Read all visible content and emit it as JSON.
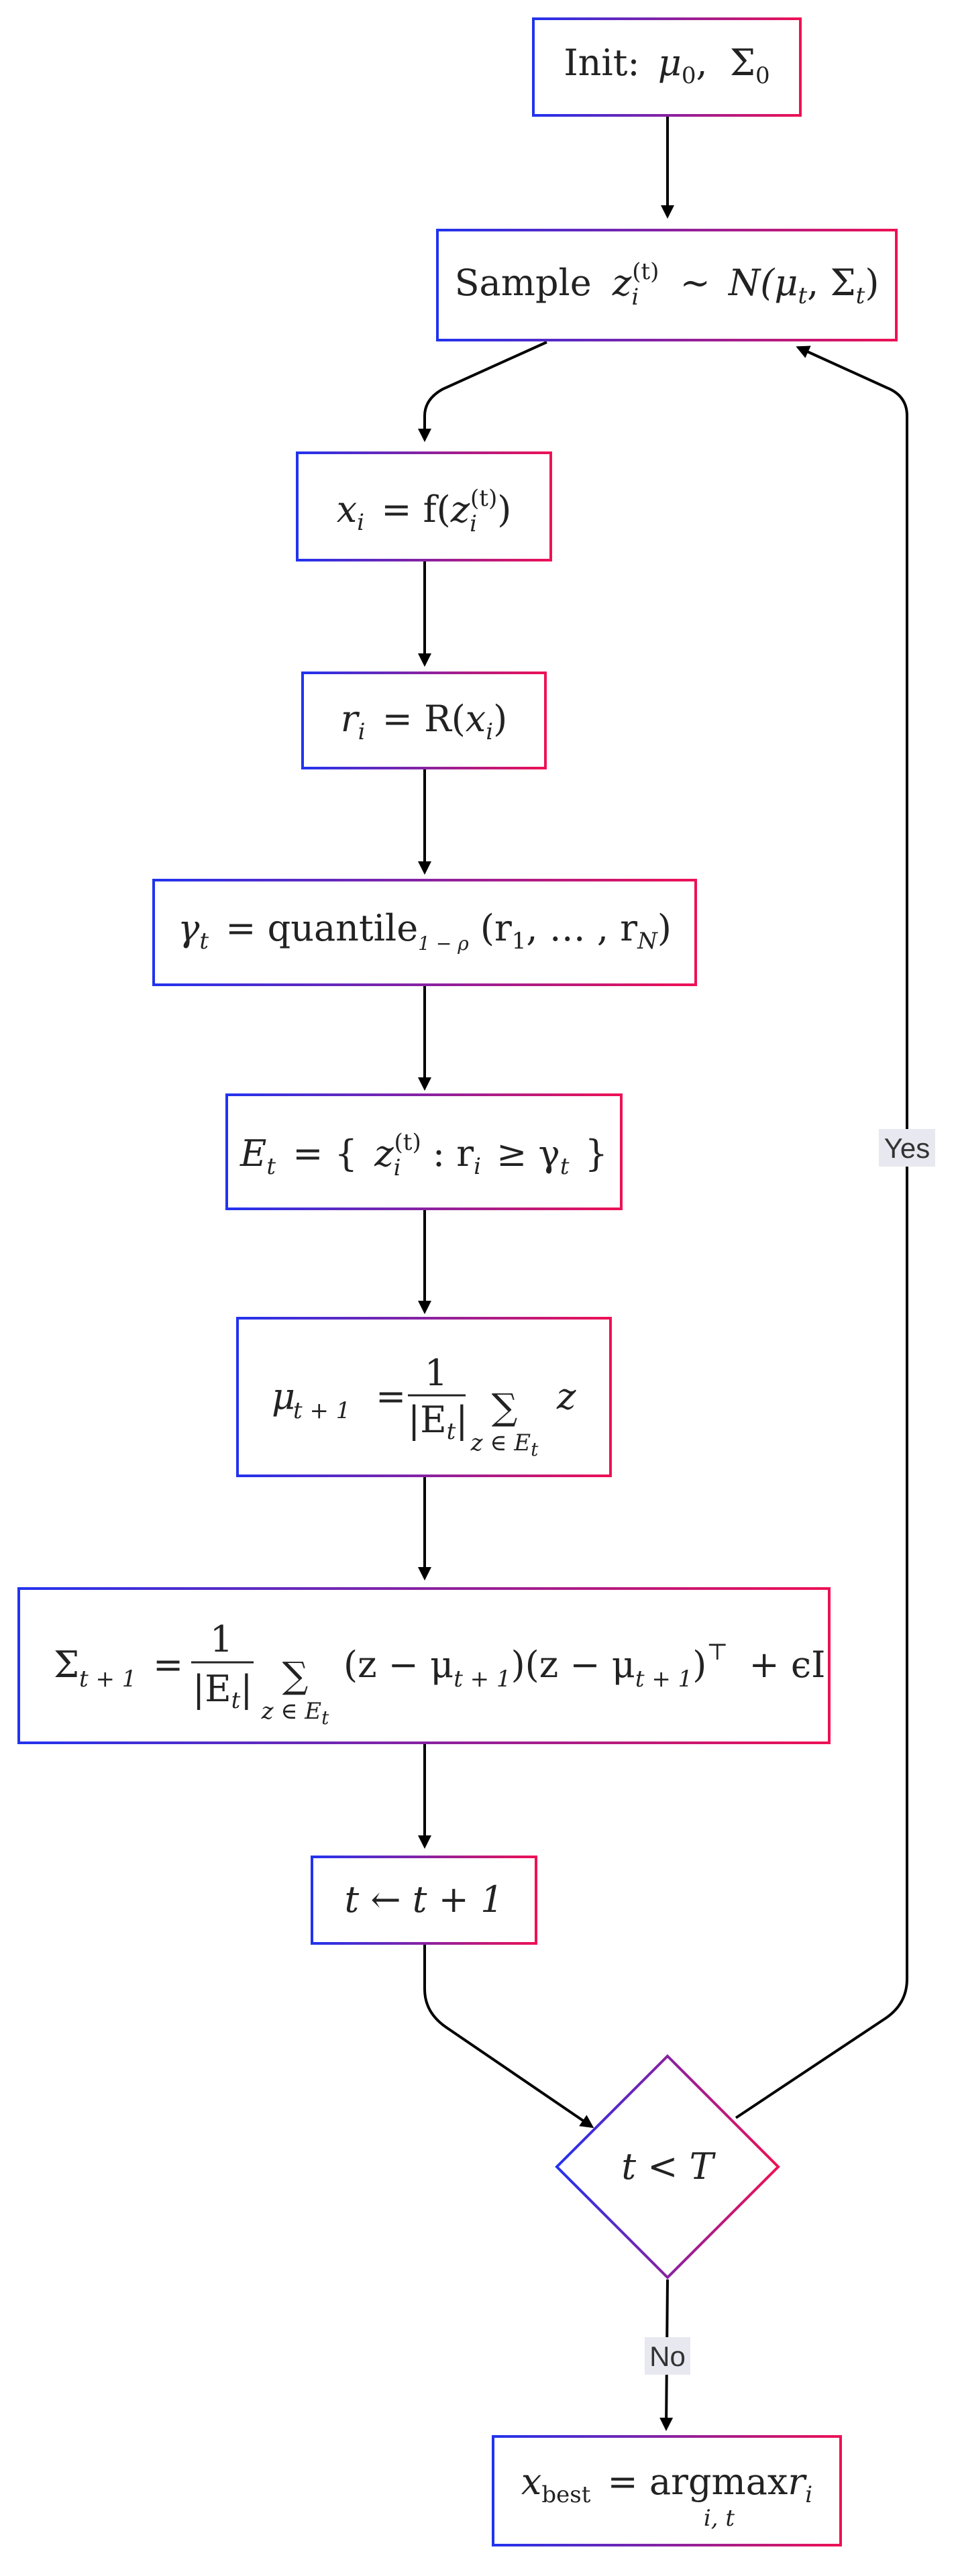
{
  "nodes": {
    "init": {
      "label": "Init:",
      "mu": "μ",
      "mu_sub": "0",
      "sigma": "Σ",
      "sigma_sub": "0"
    },
    "sample": {
      "label": "Sample",
      "z": "z",
      "z_sub": "i",
      "z_sup": "(t)",
      "tilde": "∼",
      "N": "N(",
      "mu": "μ",
      "mu_sub": "t",
      "sigma": ", Σ",
      "sigma_sub": "t",
      "close": ")"
    },
    "decode": {
      "x": "x",
      "x_sub": "i",
      "eq": "= f(",
      "z": "z",
      "z_sub": "i",
      "z_sup": "(t)",
      "close": ")"
    },
    "reward": {
      "r": "r",
      "r_sub": "i",
      "eq": "= R(",
      "x": "x",
      "x_sub": "i",
      "close": ")"
    },
    "quantile": {
      "gamma": "γ",
      "gamma_sub": "t",
      "eq": "= quantile",
      "q_sub": "1 − ρ",
      "args": "(r",
      "r1_sub": "1",
      "mid": ", … , r",
      "rN_sub": "N",
      "close": ")"
    },
    "elite": {
      "E": "E",
      "E_sub": "t",
      "eq": "= {",
      "z": "z",
      "z_sub": "i",
      "z_sup": "(t)",
      "colon": ": r",
      "r_sub": "i",
      "ge": "≥ γ",
      "g_sub": "t",
      "close": "}"
    },
    "mu_update": {
      "mu": "μ",
      "mu_sub": "t + 1",
      "eq": "=",
      "num": "1",
      "den": "|E",
      "den_sub": "t",
      "den_close": "|",
      "sum": "∑",
      "sum_sub": "z ∈ E",
      "sum_sub_sub": "t",
      "term": "z"
    },
    "sigma_update": {
      "sigma": "Σ",
      "sigma_sub": "t + 1",
      "eq": "=",
      "num": "1",
      "den": "|E",
      "den_sub": "t",
      "den_close": "|",
      "sum": "∑",
      "sum_sub": "z ∈ E",
      "sum_sub_sub": "t",
      "term1": "(z − μ",
      "term1_sub": "t + 1",
      "term2": ")(z − μ",
      "term2_sub": "t + 1",
      "term3": ")",
      "transpose": "⊤",
      "term4": "+ ϵI"
    },
    "increment": {
      "text": "t ← t + 1"
    },
    "decision": {
      "text": "t < T"
    },
    "result": {
      "x": "x",
      "x_sub": "best",
      "eq": "= argmax",
      "arg_sub": "i, t",
      "r": "r",
      "r_sub": "i"
    }
  },
  "edges": {
    "yes_label": "Yes",
    "no_label": "No"
  },
  "colors": {
    "gradient_start": "#2233ee",
    "gradient_end": "#ee1155",
    "edge": "#000000",
    "label_bg": "#e8e8f0"
  }
}
